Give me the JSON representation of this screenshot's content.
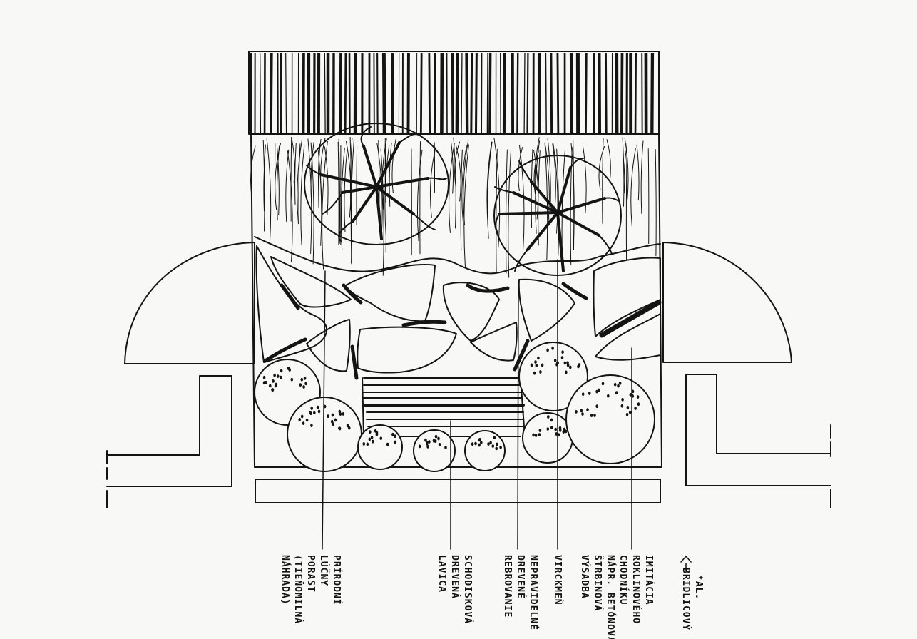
{
  "colors": {
    "ink": "#141414",
    "paper": "#f8f8f6"
  },
  "labels": [
    {
      "id": "meadow",
      "lines": [
        "PRÍRODNÍ",
        "LÚČNY",
        "PORAST",
        "(TIEŇOMILNÁ",
        "NÁHRADA)"
      ]
    },
    {
      "id": "bench",
      "lines": [
        "SCHODISKOVÁ",
        "DREVENÁ",
        "LAVICA"
      ]
    },
    {
      "id": "ribs",
      "lines": [
        "NEPRAVIDELNÉ",
        "DREVENÉ",
        "REBROVANIE"
      ]
    },
    {
      "id": "maple",
      "lines": [
        "VIRCKMEŇ"
      ]
    },
    {
      "id": "rock",
      "lines": [
        "IMITÁCIA",
        "ROKLINOVÉHO",
        "CHODNÍKU",
        "NÁPR. BETÓNOVÁ",
        "ŠTRBINOVÁ",
        "VÝSADBA"
      ]
    },
    {
      "id": "slate",
      "lines": [
        "*AL.",
        "BRIDLICOVÝ"
      ]
    }
  ]
}
